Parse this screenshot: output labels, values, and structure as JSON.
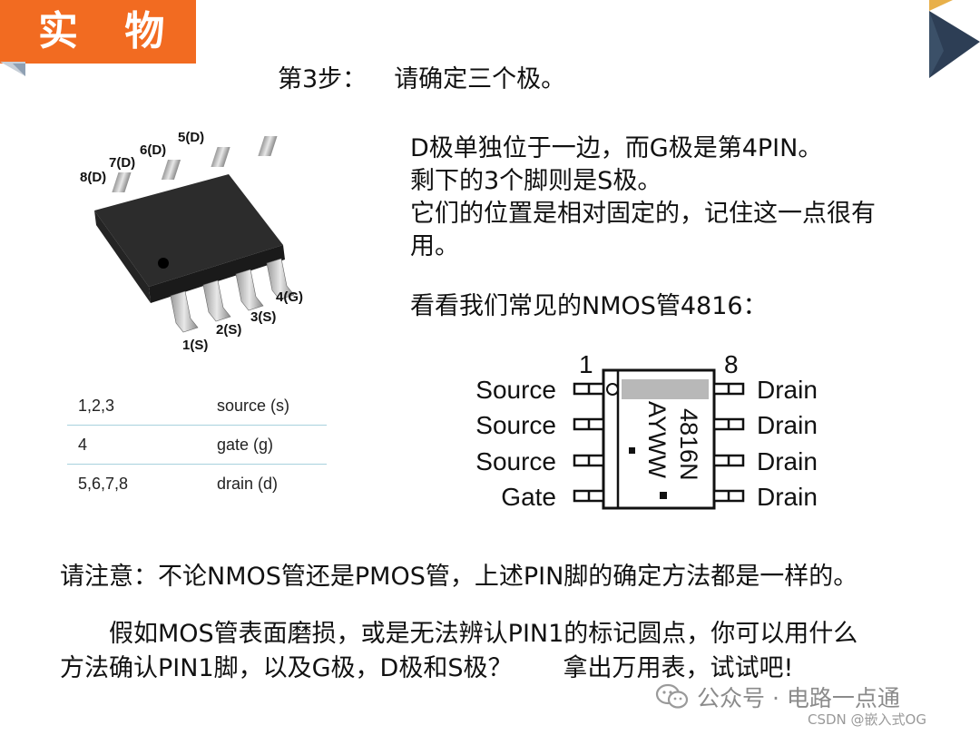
{
  "header": {
    "title": "实 物"
  },
  "step": {
    "label": "第3步：",
    "text": "请确定三个极。"
  },
  "description": {
    "lines": [
      "D极单独位于一边，而G极是第4PIN。",
      "剩下的3个脚则是S极。",
      "它们的位置是相对固定的，记住这一点很有",
      "用。"
    ]
  },
  "chip_photo": {
    "pins": [
      "1(S)",
      "2(S)",
      "3(S)",
      "4(G)",
      "5(D)",
      "6(D)",
      "7(D)",
      "8(D)"
    ]
  },
  "pin_table": {
    "rows": [
      {
        "pins": "1,2,3",
        "role": "source (s)"
      },
      {
        "pins": "4",
        "role": "gate (g)"
      },
      {
        "pins": "5,6,7,8",
        "role": "drain (d)"
      }
    ]
  },
  "nmos": {
    "caption": "看看我们常见的NMOS管4816：",
    "pin1_number": "1",
    "pin8_number": "8",
    "left_labels": [
      "Source",
      "Source",
      "Source",
      "Gate"
    ],
    "right_labels": [
      "Drain",
      "Drain",
      "Drain",
      "Drain"
    ],
    "marking_line1": "4816N",
    "marking_line2": "AYWW"
  },
  "notes": {
    "note1": "请注意：不论NMOS管还是PMOS管，上述PIN脚的确定方法都是一样的。",
    "note2_line1": "假如MOS管表面磨损，或是无法辨认PIN1的标记圆点，你可以用什么",
    "note2_line2": "方法确认PIN1脚，以及G极，D极和S极？",
    "note2_tail": "拿出万用表，试试吧!"
  },
  "watermark": {
    "text": "公众号 · 电路一点通",
    "csdn": "CSDN @嵌入式OG"
  },
  "colors": {
    "accent_orange": "#f26b21",
    "corner_navy": "#2d3e55",
    "corner_gold": "#e8b04a",
    "table_rule": "#a8d1dd"
  }
}
